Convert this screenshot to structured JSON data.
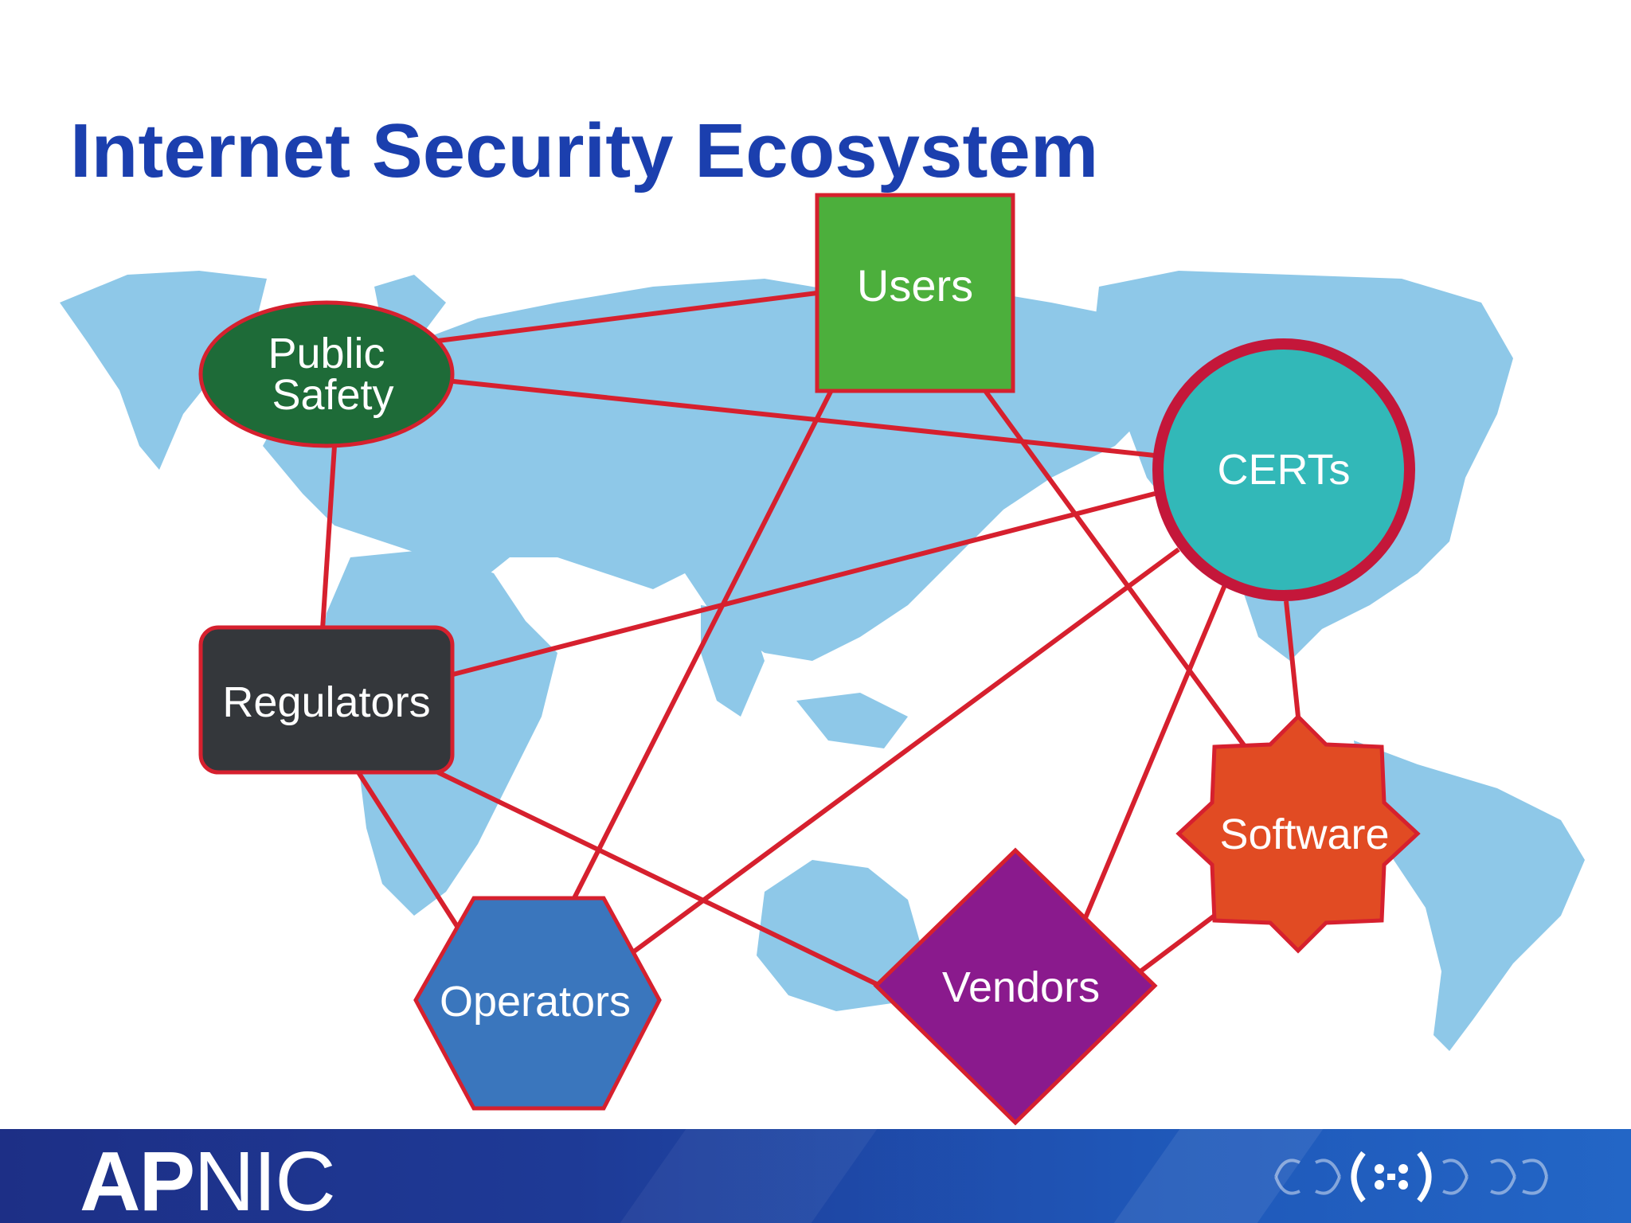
{
  "title": "Internet Security Ecosystem",
  "nodes": {
    "users": {
      "label": "Users",
      "color": "#4caf3c",
      "shape": "square"
    },
    "public_safety": {
      "label_line1": "Public",
      "label_line2": "Safety",
      "color": "#1e6b38",
      "shape": "ellipse"
    },
    "certs": {
      "label": "CERTs",
      "color": "#32b8b8",
      "shape": "circle"
    },
    "regulators": {
      "label": "Regulators",
      "color": "#34373b",
      "shape": "rounded-rectangle"
    },
    "software": {
      "label": "Software",
      "color": "#e14b23",
      "shape": "star"
    },
    "vendors": {
      "label": "Vendors",
      "color": "#8a1a8d",
      "shape": "diamond"
    },
    "operators": {
      "label": "Operators",
      "color": "#3a76bd",
      "shape": "hexagon"
    }
  },
  "connections": [
    [
      "public_safety",
      "users"
    ],
    [
      "public_safety",
      "certs"
    ],
    [
      "public_safety",
      "regulators"
    ],
    [
      "users",
      "operators"
    ],
    [
      "users",
      "software"
    ],
    [
      "certs",
      "regulators"
    ],
    [
      "certs",
      "operators"
    ],
    [
      "certs",
      "vendors"
    ],
    [
      "certs",
      "software"
    ],
    [
      "regulators",
      "operators"
    ],
    [
      "regulators",
      "vendors"
    ],
    [
      "vendors",
      "software"
    ]
  ],
  "colors": {
    "title": "#1b3fae",
    "connector": "#d6202e",
    "map": "#8ec8e8"
  },
  "footer": {
    "logo_bold": "AP",
    "logo_thin": "NIC"
  }
}
